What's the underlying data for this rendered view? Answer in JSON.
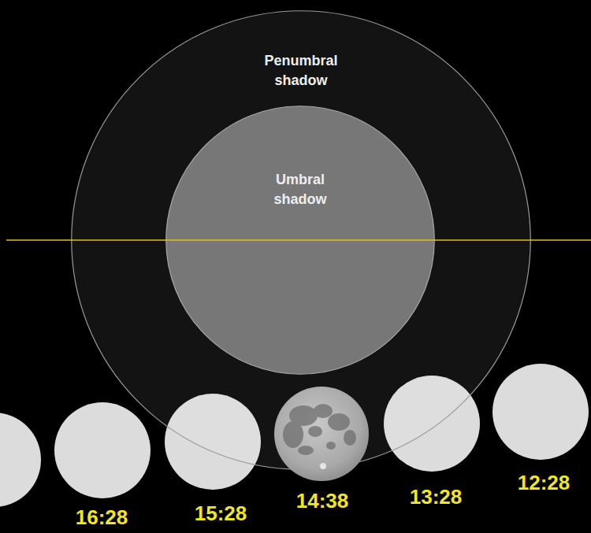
{
  "diagram": {
    "nodes": [
      {
        "text": [
          "Penumbral shadow"
        ]
      },
      {
        "text": [
          "Umbral shadow"
        ],
        "in": 0
      }
    ],
    "labels": [
      "16:28",
      "15:28",
      "14:38",
      "13:28",
      "12:28"
    ]
  }
}
